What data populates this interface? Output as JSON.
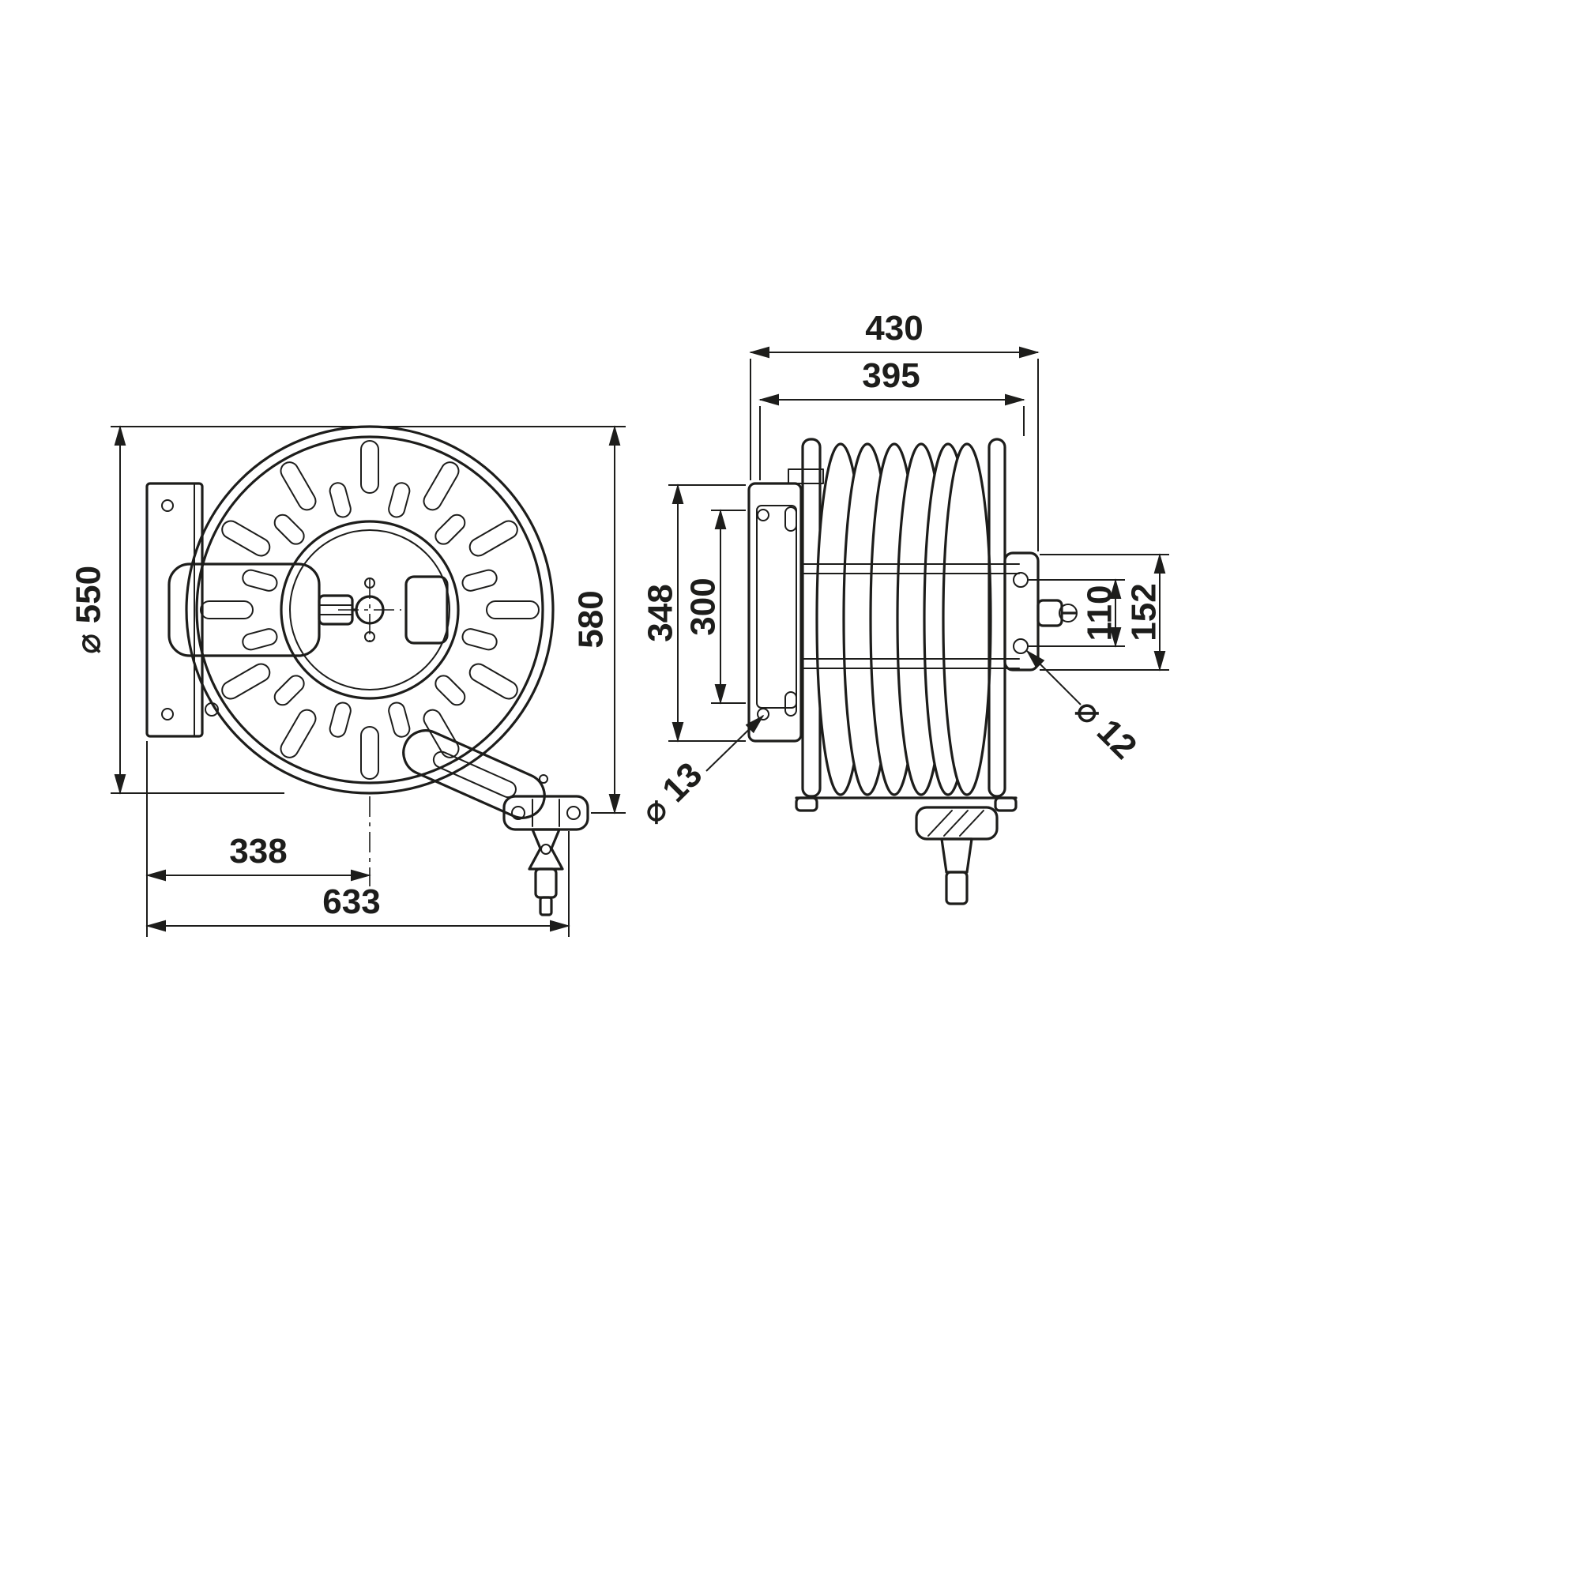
{
  "drawing": {
    "title": "hose-reel-technical-drawing",
    "front_view": {
      "diameter": "⌀ 550",
      "height": "580",
      "offset_center": "338",
      "offset_total": "633"
    },
    "side_view": {
      "width_total": "430",
      "width_drum": "395",
      "height_bracket": "348",
      "height_opening": "300",
      "pitch_holes": "110",
      "pitch_bracket": "152",
      "hole_front": "⌀ 13",
      "hole_rear": "⌀ 12"
    },
    "line_color": "#1d1d1b",
    "background": "#ffffff"
  }
}
